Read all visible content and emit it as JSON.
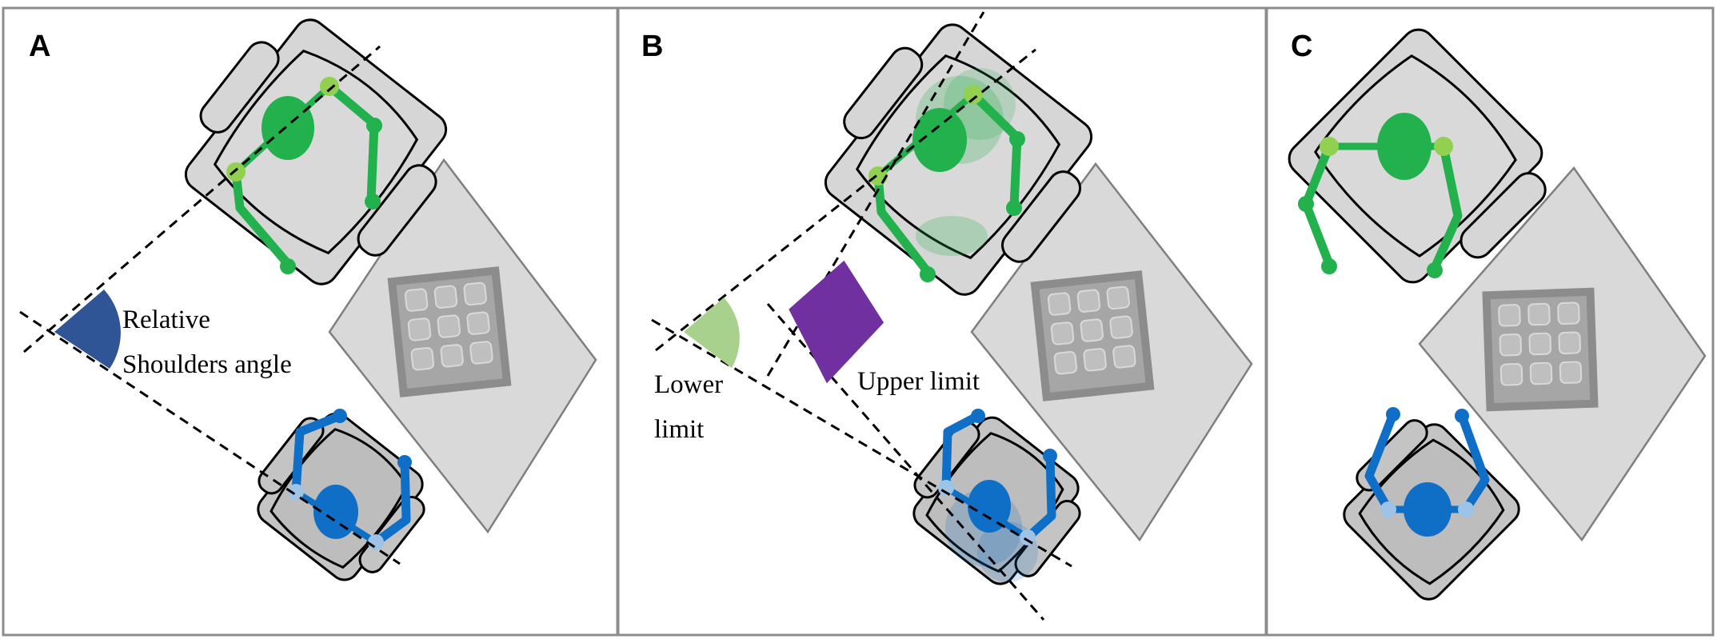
{
  "panels": [
    {
      "letter": "A"
    },
    {
      "letter": "B"
    },
    {
      "letter": "C"
    }
  ],
  "labels": {
    "relative": "Relative",
    "shoulders_angle": "Shoulders angle",
    "lower": "Lower",
    "limit": "limit",
    "upper_limit": "Upper limit"
  },
  "colors": {
    "green_person": "#22b14c",
    "green_shoulder": "#92d050",
    "blue_person": "#0f6fc6",
    "blue_shoulder": "#9dc3e6",
    "angle_wedge": "#2f5597",
    "lower_limit_wedge": "#a9d18e",
    "upper_limit_diamond": "#7030a0"
  }
}
